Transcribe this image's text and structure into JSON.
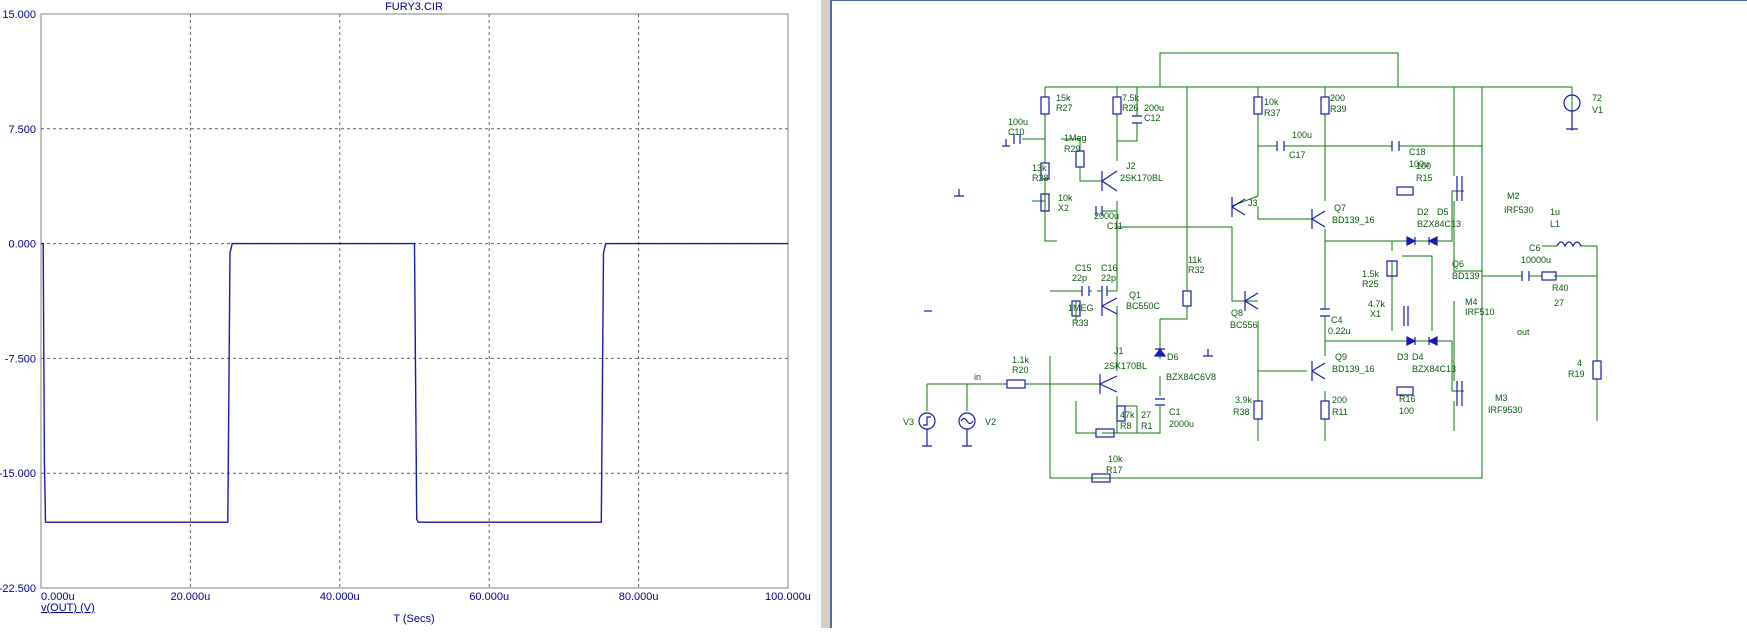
{
  "plot": {
    "title": "FURY3.CIR",
    "trace_label": "v(OUT) (V)",
    "x_axis_label": "T (Secs)",
    "y_ticks": [
      "15.000",
      "7.500",
      "0.000",
      "-7.500",
      "-15.000",
      "-22.500"
    ],
    "x_ticks": [
      "0.000u",
      "20.000u",
      "40.000u",
      "60.000u",
      "80.000u",
      "100.000u"
    ],
    "trace_color": "#1a1aaa"
  },
  "chart_data": {
    "type": "line",
    "title": "FURY3.CIR",
    "xlabel": "T (Secs)",
    "ylabel": "",
    "xlim": [
      0,
      100
    ],
    "ylim": [
      -22.5,
      15
    ],
    "grid": true,
    "series": [
      {
        "name": "v(OUT) (V)",
        "x": [
          0,
          0.3,
          0.45,
          0.6,
          25,
          25.3,
          25.6,
          50,
          50.3,
          50.5,
          75,
          75.3,
          75.6,
          100
        ],
        "y": [
          0,
          0,
          -14.2,
          -18.2,
          -18.2,
          -0.6,
          0,
          0,
          -18.0,
          -18.2,
          -18.2,
          -0.6,
          0,
          0
        ]
      }
    ]
  },
  "schematic": {
    "labels": [
      "72",
      "V1",
      "15k",
      "R27",
      "7.5k",
      "R26",
      "200u",
      "C12",
      "100u",
      "C10",
      "1Meg",
      "R29",
      "13k",
      "R28",
      "10k",
      "X2",
      "J2",
      "2SK170BL",
      "2000u",
      "C11",
      "10k",
      "R37",
      "100u",
      "C17",
      "200",
      "R39",
      "J3",
      "Q7",
      "BD139_16",
      "C18",
      "100u",
      "100",
      "R15",
      "M2",
      "IRF530",
      "D2",
      "D5",
      "BZX84C13",
      "1u",
      "L1",
      "C6",
      "10000u",
      "R40",
      "27",
      "Q6",
      "BD139",
      "11k",
      "R32",
      "C15",
      "22p",
      "C16",
      "22p",
      "Q1",
      "BC550C",
      "1MEG",
      "R33",
      "1.5k",
      "R25",
      "4.7k",
      "X1",
      "M4",
      "IRF510",
      "C4",
      "0.22u",
      "out",
      "Q8",
      "BC556",
      "J1",
      "2SK170BL",
      "D6",
      "BZX84C6V8",
      "1.1k",
      "R20",
      "in",
      "Q9",
      "BD139_16",
      "D3",
      "D4",
      "BZX84C13",
      "4",
      "R19",
      "47k",
      "R8",
      "27",
      "R1",
      "C1",
      "2000u",
      "3.9k",
      "R38",
      "200",
      "R11",
      "R16",
      "100",
      "M3",
      "IRF9530",
      "V3",
      "V2",
      "10k",
      "R17"
    ]
  }
}
